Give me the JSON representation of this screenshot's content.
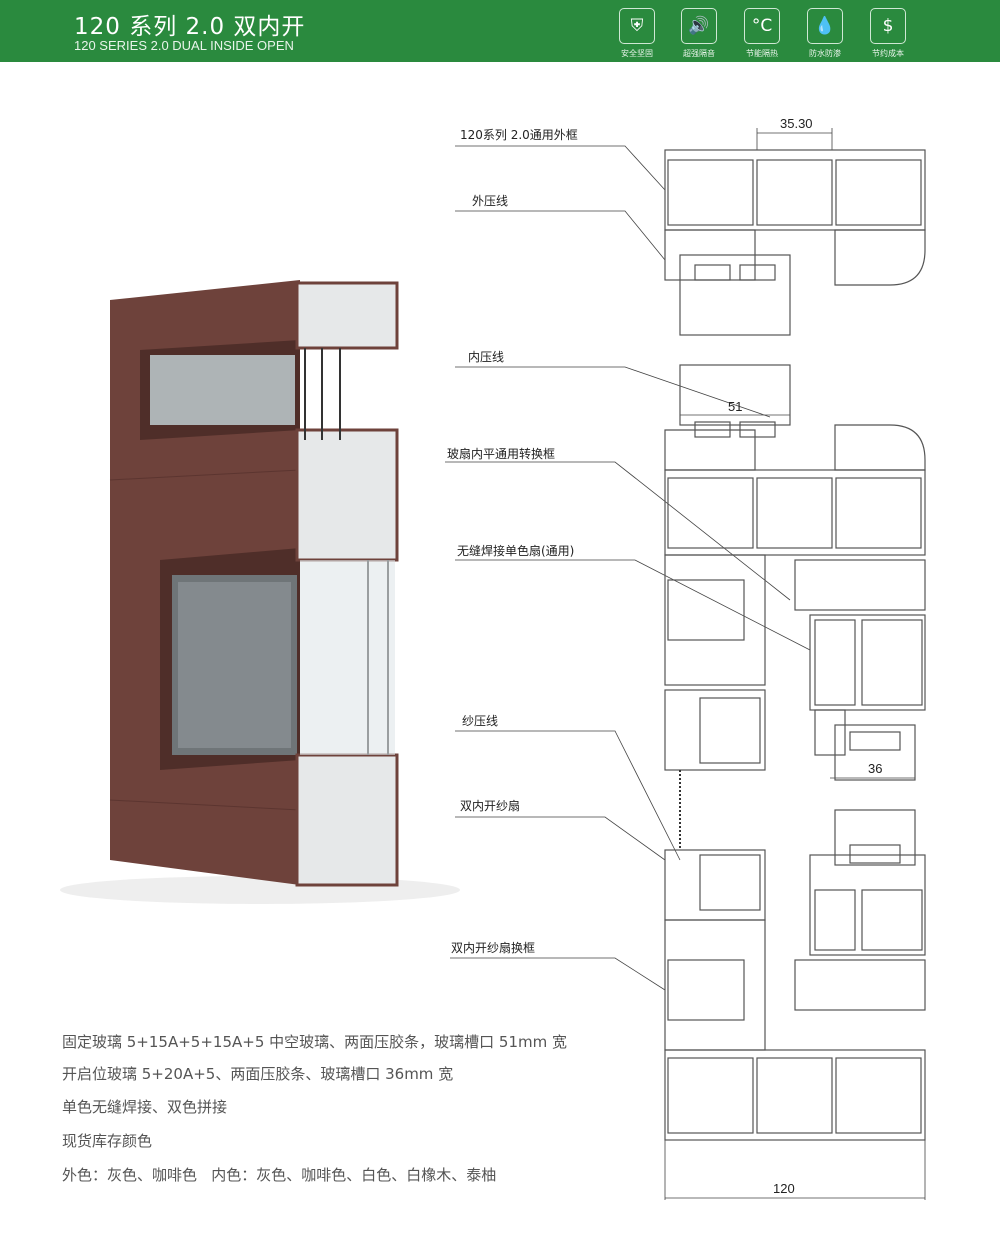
{
  "header": {
    "title": "120 系列 2.0 双内开",
    "subtitle": "120 SERIES 2.0 DUAL INSIDE OPEN",
    "features": [
      {
        "icon": "shield-icon",
        "glyph": "⛨",
        "label": "安全坚固"
      },
      {
        "icon": "speaker-icon",
        "glyph": "🔊",
        "label": "超强隔音"
      },
      {
        "icon": "temperature-icon",
        "glyph": "°C",
        "label": "节能隔热"
      },
      {
        "icon": "water-drop-icon",
        "glyph": "💧",
        "label": "防水防渗"
      },
      {
        "icon": "money-bag-icon",
        "glyph": "$",
        "label": "节约成本"
      }
    ],
    "accent": "#2a8a3e"
  },
  "drawing": {
    "labels": [
      "120系列 2.0通用外框",
      "外压线",
      "内压线",
      "玻扇内平通用转换框",
      "无缝焊接单色扇(通用)",
      "纱压线",
      "双内开纱扇",
      "双内开纱扇换框"
    ],
    "dimensions": {
      "top": "35.30",
      "glass_fixed": "51",
      "glass_open": "36",
      "width": "120"
    }
  },
  "specs": [
    "固定玻璃 5+15A+5+15A+5 中空玻璃、两面压胶条，玻璃槽口 51mm 宽",
    "开启位玻璃 5+20A+5、两面压胶条、玻璃槽口 36mm 宽",
    "单色无缝焊接、双色拼接",
    "现货库存颜色",
    "外色：灰色、咖啡色   内色：灰色、咖啡色、白色、白橡木、泰柚"
  ]
}
